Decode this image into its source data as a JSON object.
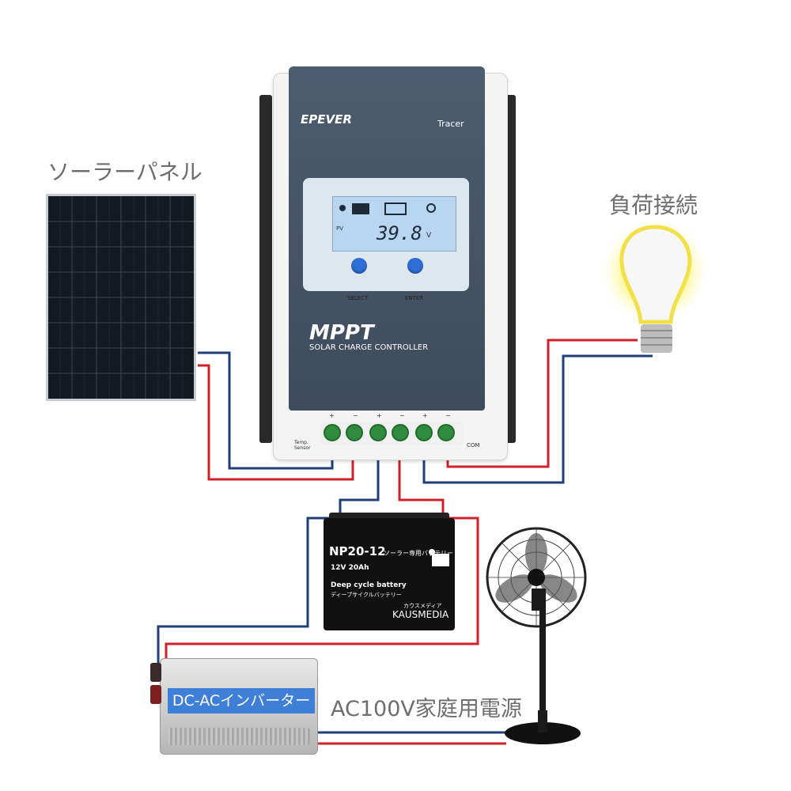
{
  "labels": {
    "solar_panel": "ソーラーパネル",
    "load": "負荷接続",
    "inverter": "DC-ACインバーター",
    "ac_output": "AC100V家庭用電源"
  },
  "controller": {
    "brand": "EPEVER",
    "model": "Tracer",
    "title": "MPPT",
    "subtitle": "SOLAR CHARGE CONTROLLER",
    "display_value": "39.8",
    "display_unit": "V",
    "display_mode": "PV",
    "button_select": "SELECT",
    "button_enter": "ENTER",
    "temp_sensor": "Temp. Sensor",
    "com_port": "COM",
    "terminal_signs": [
      "+",
      "−",
      "+",
      "−",
      "+",
      "−"
    ]
  },
  "battery": {
    "model": "NP20-12",
    "model_suffix": "ソーラー専用バッテリー",
    "rating": "12V 20Ah",
    "type_en": "Deep cycle battery",
    "type_jp": "ディープサイクルバッテリー",
    "brand_kana": "カウスメディア",
    "brand": "KAUSMEDIA"
  },
  "colors": {
    "wire_positive": "#d0202a",
    "wire_negative": "#1f3f78",
    "controller_front": "#44546a",
    "glow": "#f5e85a"
  },
  "icons": [
    "solar-panel-icon",
    "battery-icon",
    "bulb-icon",
    "fan-icon",
    "inverter-icon"
  ]
}
